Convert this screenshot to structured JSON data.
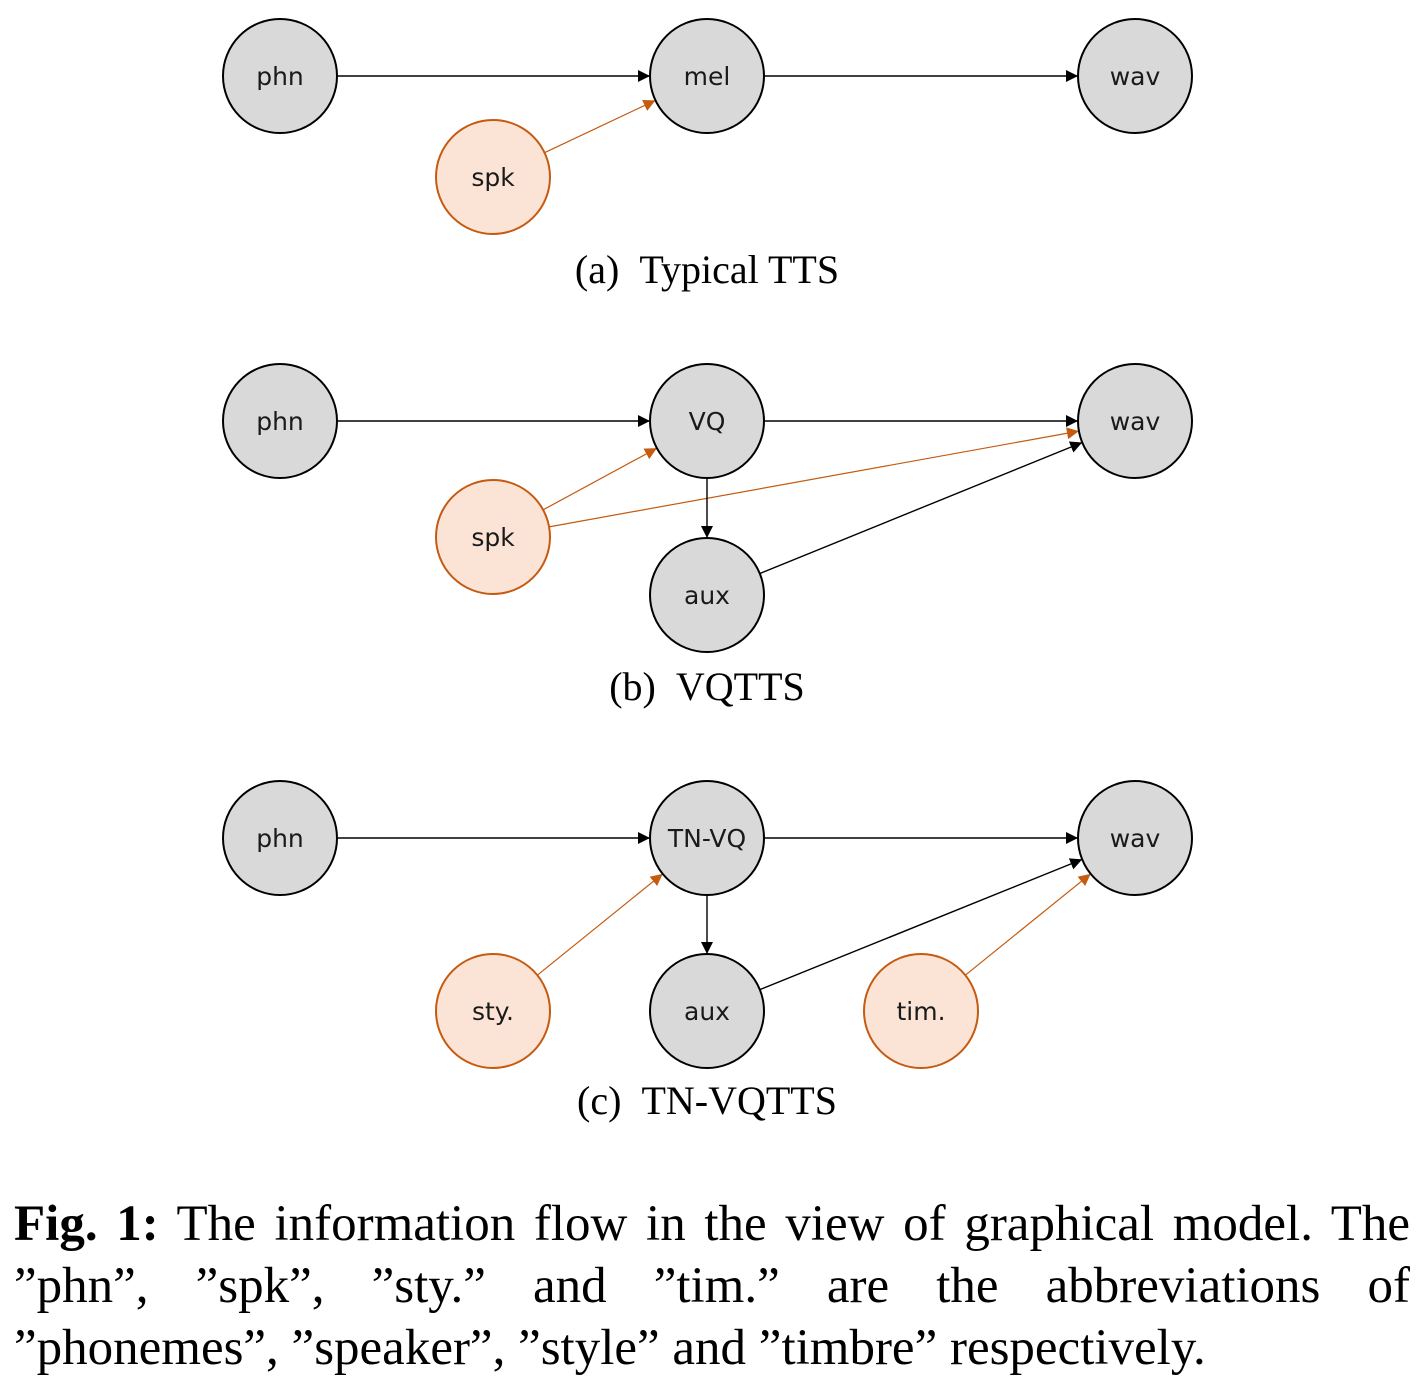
{
  "colors": {
    "gray_node_fill": "#d9d9d9",
    "gray_node_stroke": "#000000",
    "orange_node_fill": "#fbe4d5",
    "orange_node_stroke": "#c55a11",
    "black_edge": "#000000",
    "orange_edge": "#c55a11"
  },
  "diagrams": [
    {
      "caption_letter": "(a)",
      "caption_title": "Typical TTS",
      "nodes": [
        {
          "id": "phn",
          "label": "phn",
          "kind": "gray"
        },
        {
          "id": "mel",
          "label": "mel",
          "kind": "gray"
        },
        {
          "id": "wav",
          "label": "wav",
          "kind": "gray"
        },
        {
          "id": "spk",
          "label": "spk",
          "kind": "orange"
        }
      ],
      "edges": [
        {
          "from": "phn",
          "to": "mel",
          "color": "black"
        },
        {
          "from": "mel",
          "to": "wav",
          "color": "black"
        },
        {
          "from": "spk",
          "to": "mel",
          "color": "orange"
        }
      ]
    },
    {
      "caption_letter": "(b)",
      "caption_title": "VQTTS",
      "nodes": [
        {
          "id": "phn",
          "label": "phn",
          "kind": "gray"
        },
        {
          "id": "vq",
          "label": "VQ",
          "kind": "gray"
        },
        {
          "id": "wav",
          "label": "wav",
          "kind": "gray"
        },
        {
          "id": "spk",
          "label": "spk",
          "kind": "orange"
        },
        {
          "id": "aux",
          "label": "aux",
          "kind": "gray"
        }
      ],
      "edges": [
        {
          "from": "phn",
          "to": "vq",
          "color": "black"
        },
        {
          "from": "vq",
          "to": "wav",
          "color": "black"
        },
        {
          "from": "spk",
          "to": "vq",
          "color": "orange"
        },
        {
          "from": "spk",
          "to": "wav",
          "color": "orange"
        },
        {
          "from": "vq",
          "to": "aux",
          "color": "black"
        },
        {
          "from": "aux",
          "to": "wav",
          "color": "black"
        }
      ]
    },
    {
      "caption_letter": "(c)",
      "caption_title": "TN-VQTTS",
      "nodes": [
        {
          "id": "phn",
          "label": "phn",
          "kind": "gray"
        },
        {
          "id": "tnvq",
          "label": "TN-VQ",
          "kind": "gray"
        },
        {
          "id": "wav",
          "label": "wav",
          "kind": "gray"
        },
        {
          "id": "sty",
          "label": "sty.",
          "kind": "orange"
        },
        {
          "id": "aux",
          "label": "aux",
          "kind": "gray"
        },
        {
          "id": "tim",
          "label": "tim.",
          "kind": "orange"
        }
      ],
      "edges": [
        {
          "from": "phn",
          "to": "tnvq",
          "color": "black"
        },
        {
          "from": "tnvq",
          "to": "wav",
          "color": "black"
        },
        {
          "from": "sty",
          "to": "tnvq",
          "color": "orange"
        },
        {
          "from": "tnvq",
          "to": "aux",
          "color": "black"
        },
        {
          "from": "aux",
          "to": "wav",
          "color": "black"
        },
        {
          "from": "tim",
          "to": "wav",
          "color": "orange"
        }
      ]
    }
  ],
  "figure_caption": {
    "label": "Fig. 1:",
    "text": " The information flow in the view of graphical model. The ”phn”, ”spk”, ”sty.” and ”tim.” are the abbreviations of ”phonemes”, ”speaker”, ”style” and ”timbre” respectively."
  }
}
